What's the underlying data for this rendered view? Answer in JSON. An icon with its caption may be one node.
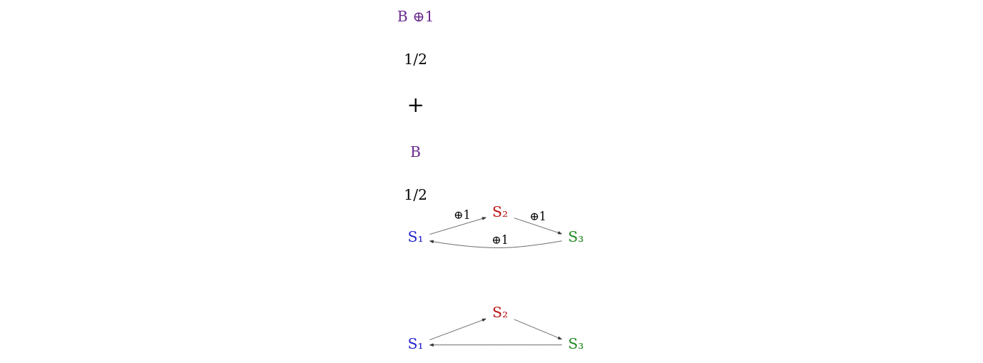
{
  "diagram": {
    "nodes": [
      {
        "text": [
          "S₁"
        ]
      },
      {
        "text": [
          "S₂"
        ]
      },
      {
        "text": [
          "S₃"
        ]
      },
      {
        "text": [
          "S₁"
        ]
      },
      {
        "text": [
          "S₂"
        ]
      },
      {
        "text": [
          "S₃"
        ]
      }
    ],
    "edges": [
      {
        "from": 2,
        "to": 0,
        "arrow": "to"
      },
      {
        "from": 0,
        "to": 1,
        "arrow": "to"
      },
      {
        "from": 1,
        "to": 2,
        "arrow": "to"
      },
      {
        "from": 5,
        "to": 3,
        "arrow": "to",
        "label": "⊕1"
      },
      {
        "from": 3,
        "to": 4,
        "arrow": "to",
        "label": "⊕1"
      },
      {
        "from": 4,
        "to": 5,
        "arrow": "to",
        "label": "⊕1"
      }
    ],
    "labels": [
      "1/2",
      "B",
      "+",
      "1/2",
      "B ⊕1"
    ]
  }
}
